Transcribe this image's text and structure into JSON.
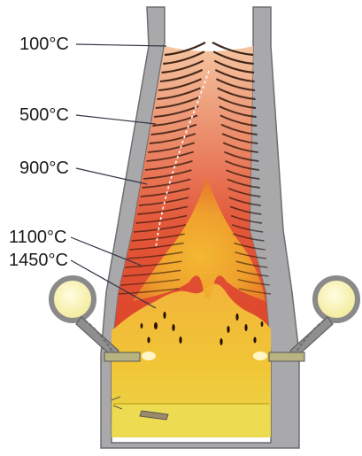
{
  "labels": [
    "100°C",
    "500°C",
    "900°C",
    "1100°C",
    "1450°C"
  ],
  "colors": {
    "wall": "#a9a9ab",
    "wall_edge": "#6e6e70",
    "burden_light": "#f4c4a0",
    "ore_dark": "#2a1208",
    "hot_zone": "#d8341a",
    "coke_zone": "#f2c12a",
    "molten": "#eddc52",
    "tuyere_glass": "#fbf7b8",
    "leader_line": "#333344"
  },
  "icons": [
    "tuyere-left-icon",
    "tuyere-right-icon",
    "taphole-icon"
  ]
}
